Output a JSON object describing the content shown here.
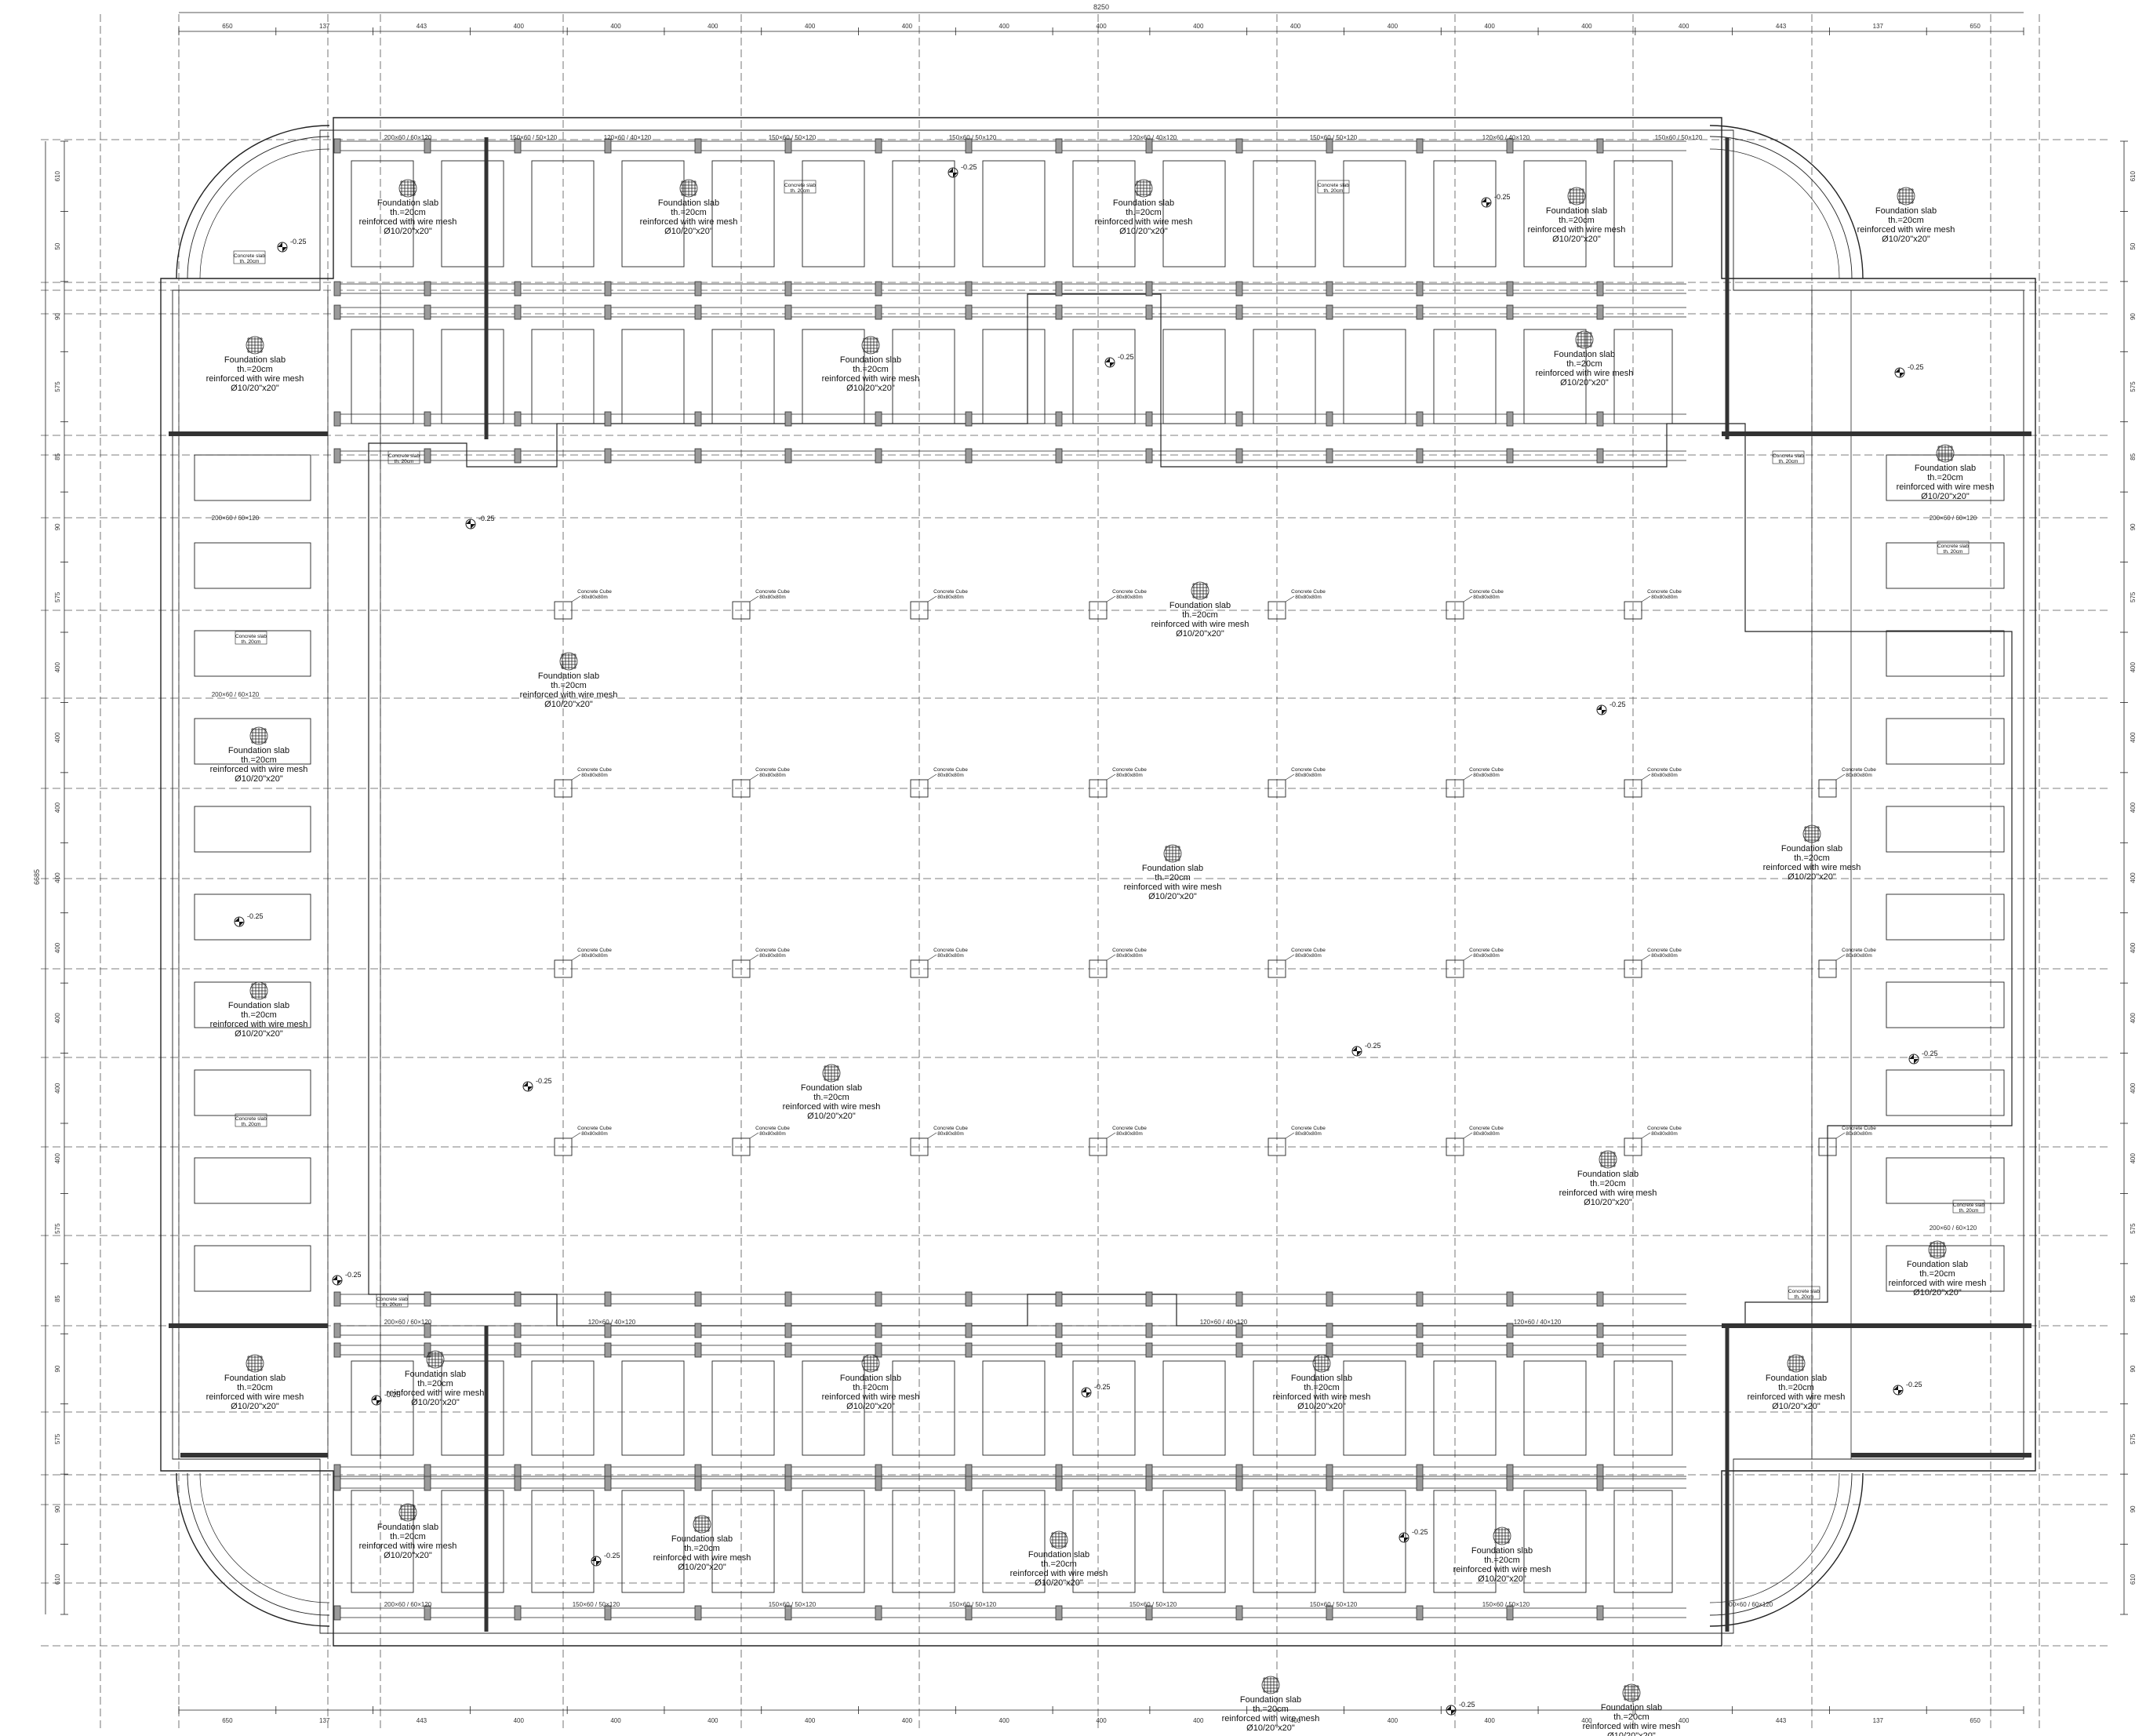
{
  "drawing": {
    "overall_width": "8250",
    "overall_height": "6685",
    "top_dims": [
      "650",
      "137",
      "443",
      "400",
      "400",
      "400",
      "400",
      "400",
      "400",
      "400",
      "400",
      "400",
      "400",
      "400",
      "400",
      "400",
      "443",
      "137",
      "650"
    ],
    "bottom_dims": [
      "650",
      "137",
      "443",
      "400",
      "400",
      "400",
      "400",
      "400",
      "400",
      "400",
      "400",
      "400",
      "400",
      "400",
      "400",
      "400",
      "443",
      "137",
      "650"
    ],
    "left_dims": [
      "610",
      "50",
      "90",
      "575",
      "85",
      "90",
      "575",
      "400",
      "400",
      "400",
      "400",
      "400",
      "400",
      "400",
      "400",
      "575",
      "85",
      "90",
      "575",
      "90",
      "610"
    ],
    "right_dims": [
      "610",
      "50",
      "90",
      "575",
      "85",
      "90",
      "575",
      "400",
      "400",
      "400",
      "400",
      "400",
      "400",
      "400",
      "400",
      "575",
      "85",
      "90",
      "575",
      "90",
      "610"
    ],
    "beam_labels": [
      "200×60 / 60×120",
      "150×60 / 50×120",
      "120×60 / 40×120",
      "200×60 / 60×120",
      "150×60 / 50×120"
    ],
    "slab_lines": [
      "Foundation slab",
      "th.=20cm",
      "reinforced with wire mesh",
      "Ø10/20\"x20\""
    ],
    "level": "-0.25",
    "cube_lines": [
      "Concrete Cube",
      "80x80x80m"
    ],
    "small_slab_lines": [
      "Concrete slab",
      "th. 20cm"
    ]
  },
  "colors": {
    "line": "#222222",
    "dash": "#555555",
    "wall": "#333333",
    "fill": "#9a9a9a"
  }
}
